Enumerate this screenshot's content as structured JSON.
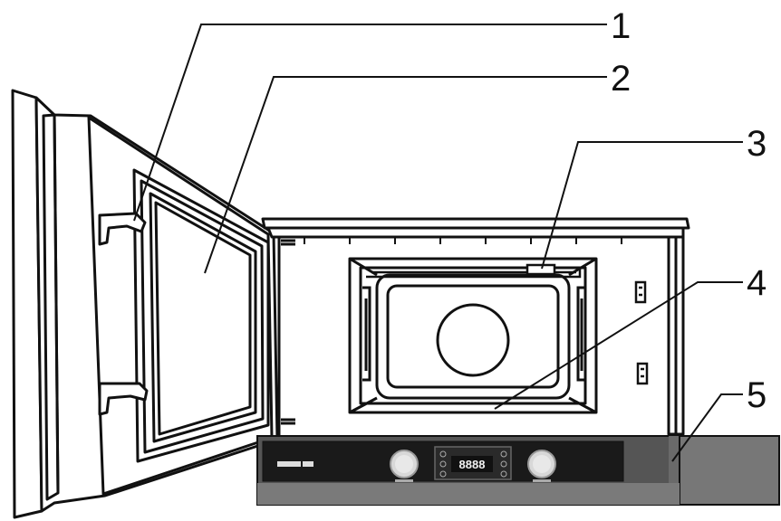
{
  "callouts": [
    {
      "number": "1"
    },
    {
      "number": "2"
    },
    {
      "number": "3"
    },
    {
      "number": "4"
    },
    {
      "number": "5"
    }
  ],
  "panel": {
    "display_value": "8888"
  }
}
